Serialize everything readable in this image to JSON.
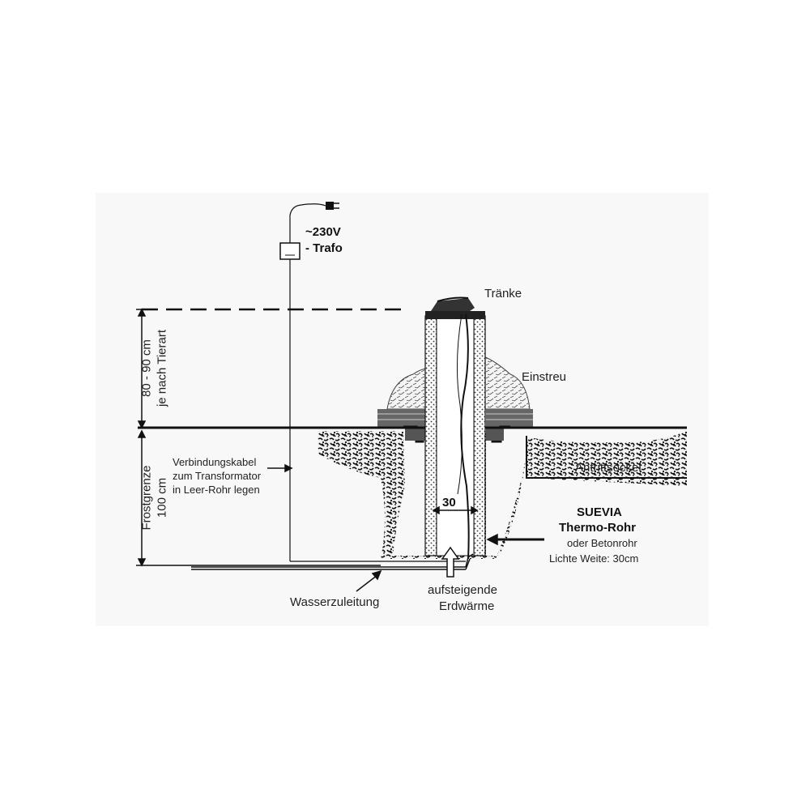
{
  "labels": {
    "voltage": "~230V",
    "trafo": "- Trafo",
    "traenke": "Tränke",
    "einstreu": "Einstreu",
    "height_range": "80 - 90 cm",
    "height_note": "je nach Tierart",
    "frost_label": "Frostgrenze",
    "frost_depth": "100 cm",
    "cable_line1": "Verbindungskabel",
    "cable_line2": "zum Transformator",
    "cable_line3": "in Leer-Rohr legen",
    "antrittsockel": "Antrittsockel",
    "pipe_width": "30",
    "suevia": "SUEVIA",
    "thermo_rohr": "Thermo-Rohr",
    "oder_betonrohr": "oder Betonrohr",
    "lichte_weite": "Lichte Weite: 30cm",
    "water_supply": "Wasserzuleitung",
    "rising_line1": "aufsteigende",
    "rising_line2": "Erdwärme"
  },
  "colors": {
    "ink": "#111111",
    "panel": "#f8f8f8"
  }
}
